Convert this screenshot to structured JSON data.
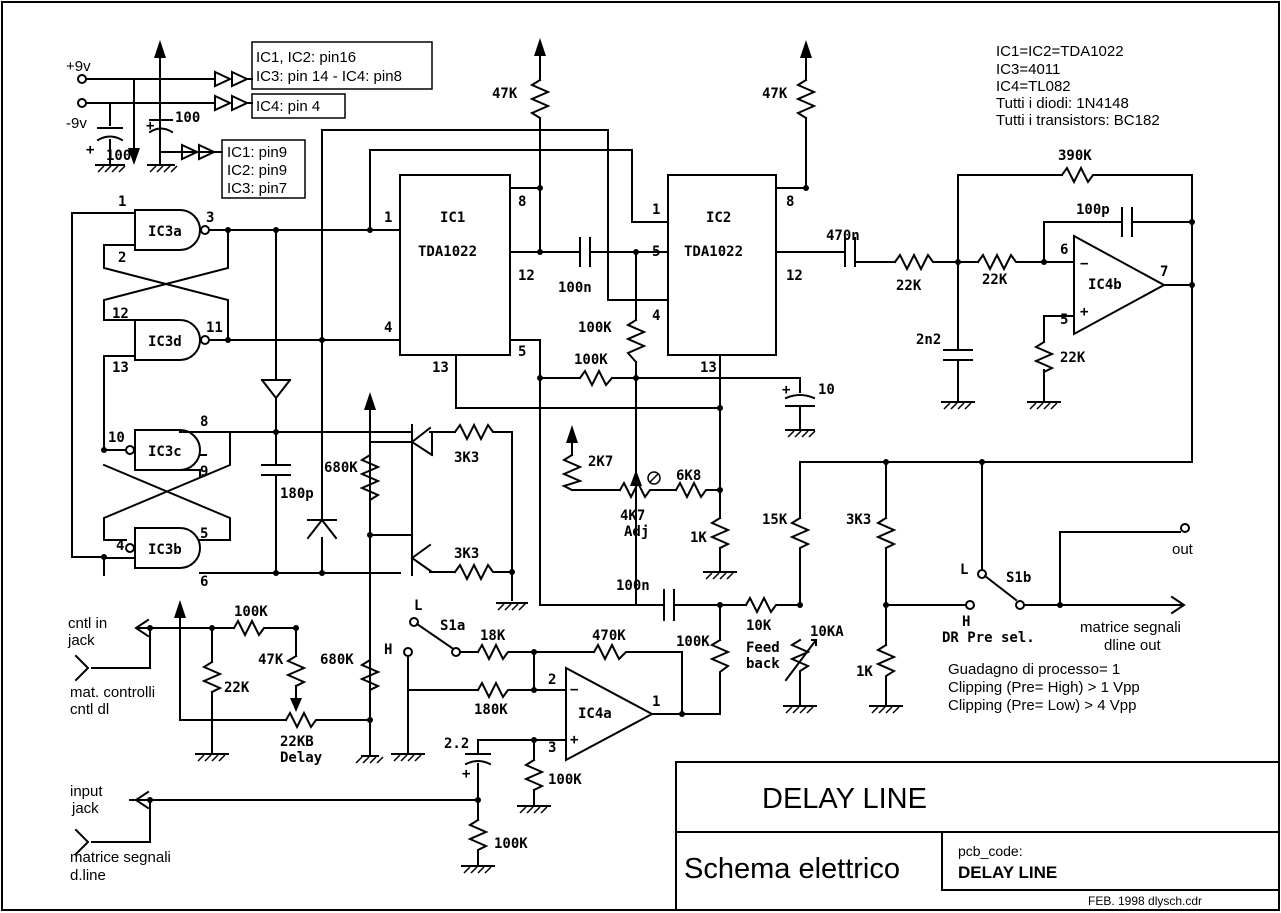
{
  "power": {
    "vpos": "+9v",
    "vneg": "-9v",
    "cap_a": "100",
    "cap_b": "100"
  },
  "pin_notes": {
    "a1": "IC1, IC2: pin16",
    "a2": "IC3: pin 14 - IC4: pin8",
    "b": "IC4: pin 4",
    "c1": "IC1: pin9",
    "c2": "IC2: pin9",
    "c3": "IC3: pin7"
  },
  "notes": [
    "IC1=IC2=TDA1022",
    "IC3=4011",
    "IC4=TL082",
    "Tutti i diodi: 1N4148",
    "Tutti i transistors: BC182"
  ],
  "gates": {
    "ic3a": "IC3a",
    "ic3d": "IC3d",
    "ic3c": "IC3c",
    "ic3b": "IC3b",
    "p1": "1",
    "p2": "2",
    "p3": "3",
    "p12": "12",
    "p13": "13",
    "p11": "11",
    "p10": "10",
    "p8": "8",
    "p9": "9",
    "p4": "4",
    "p5": "5",
    "p6": "6"
  },
  "ic1": {
    "name": "IC1",
    "type": "TDA1022",
    "p1": "1",
    "p4": "4",
    "p8": "8",
    "p12": "12",
    "p13": "13",
    "p5": "5"
  },
  "ic2": {
    "name": "IC2",
    "type": "TDA1022",
    "p1": "1",
    "p5": "5",
    "p4": "4",
    "p8": "8",
    "p12": "12",
    "p13": "13"
  },
  "ic4b": {
    "name": "IC4b",
    "p6": "6",
    "p5": "5",
    "p7": "7",
    "minus": "−",
    "plus": "+"
  },
  "ic4a": {
    "name": "IC4a",
    "p2": "2",
    "p3": "3",
    "p1": "1",
    "minus": "−",
    "plus": "+"
  },
  "parts": {
    "r47k_a": "47K",
    "r47k_b": "47K",
    "c100n_a": "100n",
    "c470n": "470n",
    "r390k": "390K",
    "c100p": "100p",
    "r22k_a": "22K",
    "r22k_b": "22K",
    "r22k_c": "22K",
    "c2n2": "2n2",
    "r100k_a": "100K",
    "r100k_b": "100K",
    "c10": "10",
    "c180p": "180p",
    "r680k_a": "680K",
    "r3k3_a": "3K3",
    "r3k3_b": "3K3",
    "r2k7": "2K7",
    "r6k8": "6K8",
    "p4k7": "4K7",
    "adj": "Adj",
    "r1k_a": "1K",
    "r15k": "15K",
    "r3k3_c": "3K3",
    "r1k_b": "1K",
    "c100n_b": "100n",
    "r10k": "10K",
    "p10ka": "10KA",
    "feed": "Feed",
    "back": "back",
    "r100k_c": "100K",
    "r470k": "470K",
    "r18k": "18K",
    "r180k": "180K",
    "c2_2": "2.2",
    "r100k_d": "100K",
    "r100k_e": "100K",
    "r100k_f": "100K",
    "r47k_c": "47K",
    "r22k_d": "22K",
    "r680k_b": "680K",
    "p22kb": "22KB",
    "delay": "Delay"
  },
  "switches": {
    "s1a": "S1a",
    "s1b": "S1b",
    "l1": "L",
    "h1": "H",
    "l2": "L",
    "h2": "H",
    "dr": "DR Pre sel."
  },
  "labels": {
    "cntl_in1": "cntl in",
    "cntl_in2": "jack",
    "mat_ctl1": "mat. controlli",
    "mat_ctl2": "cntl dl",
    "input1": "input",
    "input2": "jack",
    "mat_seg1": "matrice segnali",
    "mat_seg2": "d.line",
    "out": "out",
    "mat_out1": "matrice segnali",
    "mat_out2": "dline out"
  },
  "specs": [
    "Guadagno di processo= 1",
    "Clipping (Pre= High) > 1 Vpp",
    "Clipping (Pre= Low) > 4 Vpp"
  ],
  "title_block": {
    "title": "DELAY LINE",
    "subtitle": "Schema elettrico",
    "pcb_label": "pcb_code:",
    "pcb_value": "DELAY LINE",
    "footer": "FEB. 1998 dlysch.cdr"
  }
}
